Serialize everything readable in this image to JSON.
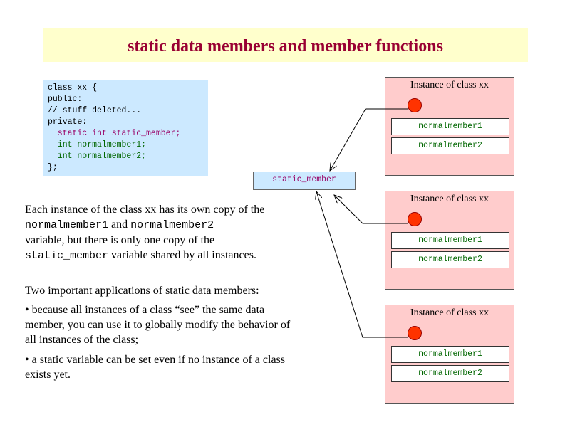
{
  "title": "static data members and member functions",
  "code": {
    "line1": "class xx {",
    "line2": "public:",
    "line3": "// stuff deleted...",
    "line4": "private:",
    "line5": "  static int static_member;",
    "line6": "  int normalmember1;",
    "line7": "  int normalmember2;",
    "line8": "};"
  },
  "static_member_label": "static_member",
  "instances": [
    {
      "label": "Instance of class xx",
      "member1": "normalmember1",
      "member2": "normalmember2"
    },
    {
      "label": "Instance of class xx",
      "member1": "normalmember1",
      "member2": "normalmember2"
    },
    {
      "label": "Instance of class xx",
      "member1": "normalmember1",
      "member2": "normalmember2"
    }
  ],
  "paragraph1": {
    "a": "Each instance of the class xx has its own copy of the",
    "b": "normalmember1",
    "c": " and ",
    "d": "normalmember2",
    "e": "variable, but there is only one copy of the",
    "f": "static_member",
    "g": " variable shared by all instances."
  },
  "paragraph2": "Two important applications of static data members:",
  "bullet1": "• because all instances of a class “see” the same data member, you can use it to globally modify the behavior of all instances of the class;",
  "bullet2": "• a static variable can be set even if no instance of a class exists yet.",
  "colors": {
    "title": "#990033",
    "code_bg": "#cce9ff",
    "instance_bg": "#ffcccc",
    "pointer": "#ff3300",
    "title_bg": "#ffffcc"
  }
}
